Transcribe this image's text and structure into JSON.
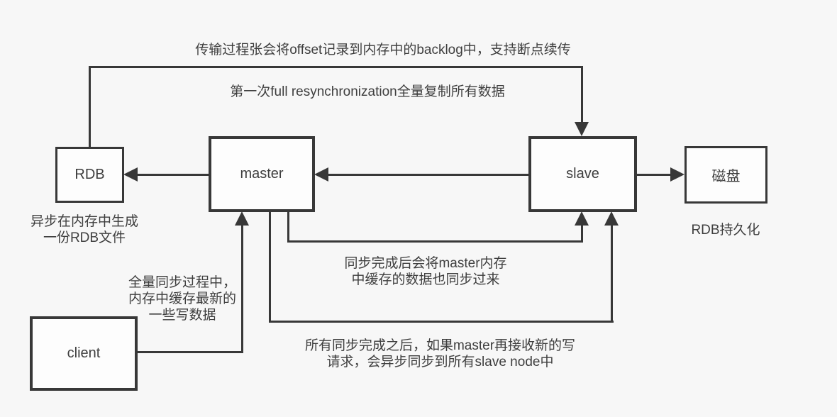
{
  "canvas": {
    "background_color": "#f7f7f7",
    "line_color": "#383838",
    "text_color": "#3e3e3e",
    "box_fill_color": "#fdfdfd"
  },
  "nodes": {
    "rdb": {
      "label": "RDB"
    },
    "master": {
      "label": "master"
    },
    "slave": {
      "label": "slave"
    },
    "disk": {
      "label": "磁盘"
    },
    "client": {
      "label": "client"
    }
  },
  "annotations": {
    "backlog": "传输过程张会将offset记录到内存中的backlog中，支持断点续传",
    "full_resync": "第一次full resynchronization全量复制所有数据",
    "rdb_note_line1": "异步在内存中生成",
    "rdb_note_line2": "一份RDB文件",
    "disk_note": "RDB持久化",
    "sync_done_line1": "同步完成后会将master内存",
    "sync_done_line2": "中缓存的数据也同步过来",
    "buffer_note_line1": "全量同步过程中，",
    "buffer_note_line2": "内存中缓存最新的",
    "buffer_note_line3": "一些写数据",
    "after_sync_line1": "所有同步完成之后，如果master再接收新的写",
    "after_sync_line2": "请求，会异步同步到所有slave node中"
  }
}
